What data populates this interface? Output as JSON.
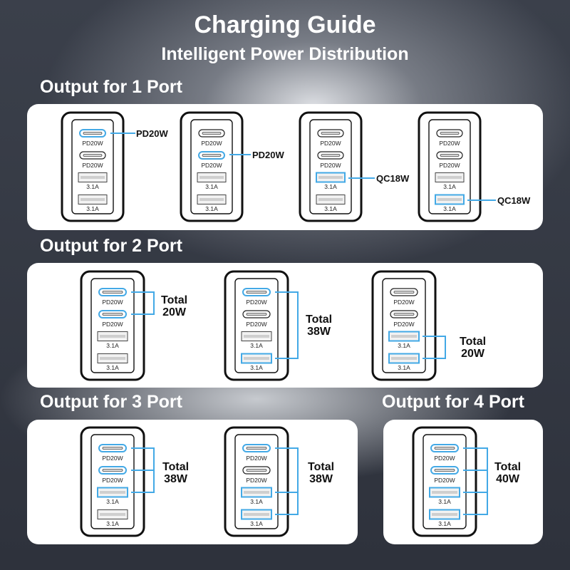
{
  "header": {
    "title": "Charging Guide",
    "subtitle": "Intelligent Power Distribution"
  },
  "labels": {
    "pd20w": "PD20W",
    "usba": "3.1A"
  },
  "sections": {
    "one": {
      "heading": "Output for 1 Port",
      "callouts": [
        "PD20W",
        "PD20W",
        "QC18W",
        "QC18W"
      ]
    },
    "two": {
      "heading": "Output for 2 Port",
      "totals": [
        {
          "word": "Total",
          "value": "20W"
        },
        {
          "word": "Total",
          "value": "38W"
        },
        {
          "word": "Total",
          "value": "20W"
        }
      ]
    },
    "three": {
      "heading": "Output for 3 Port",
      "totals": [
        {
          "word": "Total",
          "value": "38W"
        },
        {
          "word": "Total",
          "value": "38W"
        }
      ]
    },
    "four": {
      "heading": "Output for 4 Port",
      "totals": [
        {
          "word": "Total",
          "value": "40W"
        }
      ]
    }
  },
  "colors": {
    "accent": "#43a9e6",
    "panel": "#ffffff",
    "background": "#2e323c"
  },
  "icons": {
    "charger": "charger-icon",
    "usb_c_port": "usb-c-port-icon",
    "usb_a_port": "usb-a-port-icon"
  }
}
